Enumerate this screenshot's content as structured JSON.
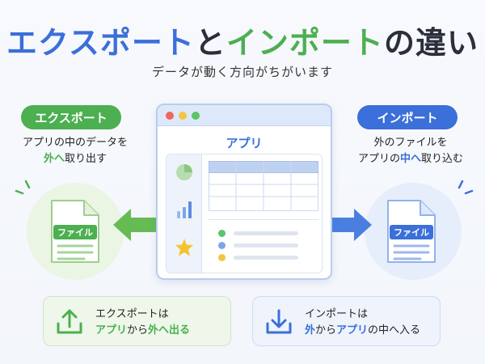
{
  "title": {
    "part1": "エクスポート",
    "part2": "と",
    "part3": "インポート",
    "part4": "の違い"
  },
  "subtitle": "データが動く方向がちがいます",
  "export": {
    "label": "エクスポート",
    "desc_line1": "アプリの中のデータを",
    "desc_hl": "外へ",
    "desc_line2_rest": "取り出す",
    "file_label": "ファイル",
    "color": "#4caf50"
  },
  "import": {
    "label": "インポート",
    "desc_line1": "外のファイルを",
    "desc_pre": "アプリの",
    "desc_hl": "中へ",
    "desc_post": "取り込む",
    "file_label": "ファイル",
    "color": "#3b6fd9"
  },
  "app": {
    "label": "アプリ"
  },
  "summary_export": {
    "line1": "エクスポートは",
    "hl1": "アプリ",
    "mid": "から",
    "hl2": "外へ出る"
  },
  "summary_import": {
    "line1": "インポートは",
    "hl1": "外",
    "mid1": "から",
    "hl2": "アプリ",
    "mid2": "の中へ入る"
  },
  "colors": {
    "green": "#4caf50",
    "blue": "#3b6fd9",
    "star": "#f4c430",
    "red_dot": "#f0665a",
    "yellow_dot": "#f5c542",
    "green_dot": "#5cc46a"
  }
}
